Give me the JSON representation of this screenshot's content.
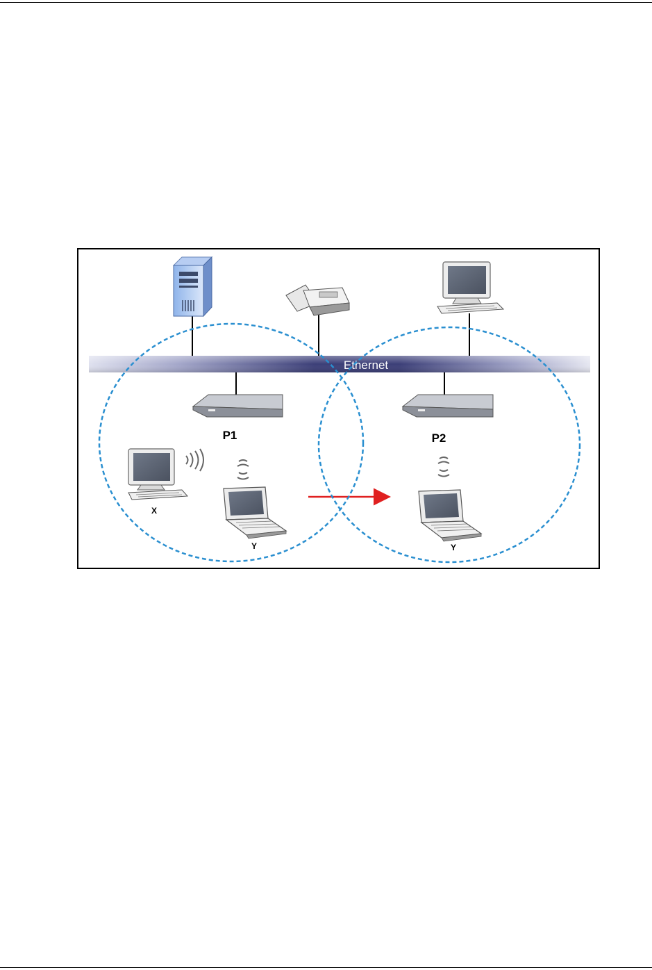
{
  "figure": {
    "network_label": "Ethernet",
    "access_points": [
      {
        "label": "P1"
      },
      {
        "label": "P2"
      }
    ],
    "clients": [
      {
        "label": "X"
      },
      {
        "label": "Y"
      },
      {
        "label": "Y"
      }
    ]
  },
  "colors": {
    "coverage_ring": "#2a8fd0",
    "roam_arrow": "#e02020",
    "ethernet_bar": "#3c3f78"
  }
}
